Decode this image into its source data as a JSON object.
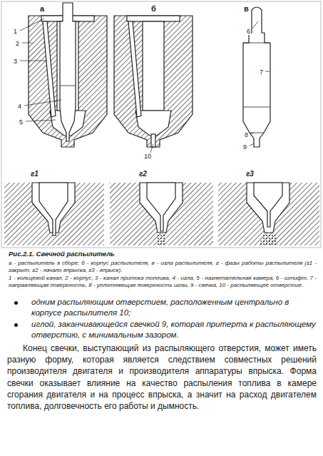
{
  "diagram": {
    "caption": "Рис.2.1. Свечной распылитель",
    "labels": [
      "а",
      "б",
      "в",
      "1",
      "2",
      "3",
      "4",
      "5",
      "6",
      "7",
      "8",
      "9",
      "10",
      "г1",
      "г2",
      "г3",
      "а - распылитель в сборе; б - корпус распылителя, в - игла распылителя, г - фазы работы распылителя (г1 - закрыт, г2 - начало впрыска, г3 - впрыск).",
      "1 - кольцевой канал, 2 - корпус, 3 - канал притока топлива, 4 - игла, 5 - нагнетательная камера, 6 - штифт, 7 - направляющая поверхность, 8 - уплотняющая поверхность иглы, 9 - свечка, 10 - распыляющее отверстие.",
      "одним распыляющим отверстием, расположенным центрально в корпусе распылителя 10;",
      "иглой, заканчивающейся свечкой 9, которая притерта к распыляющему отверстию, с минимальным зазором.",
      "Конец свечки, выступающий из распыляющего отверстия, может иметь разную форму, которая является следствием совместных решений производителя двигателя и производителя аппаратуры впрыска. Форма свечки оказывает влияние на качество распыления топлива в камере сгорания двигателя и на процесс впрыска, а значит на расход двигателем топлива, долговечность его работы и дымность."
    ]
  }
}
